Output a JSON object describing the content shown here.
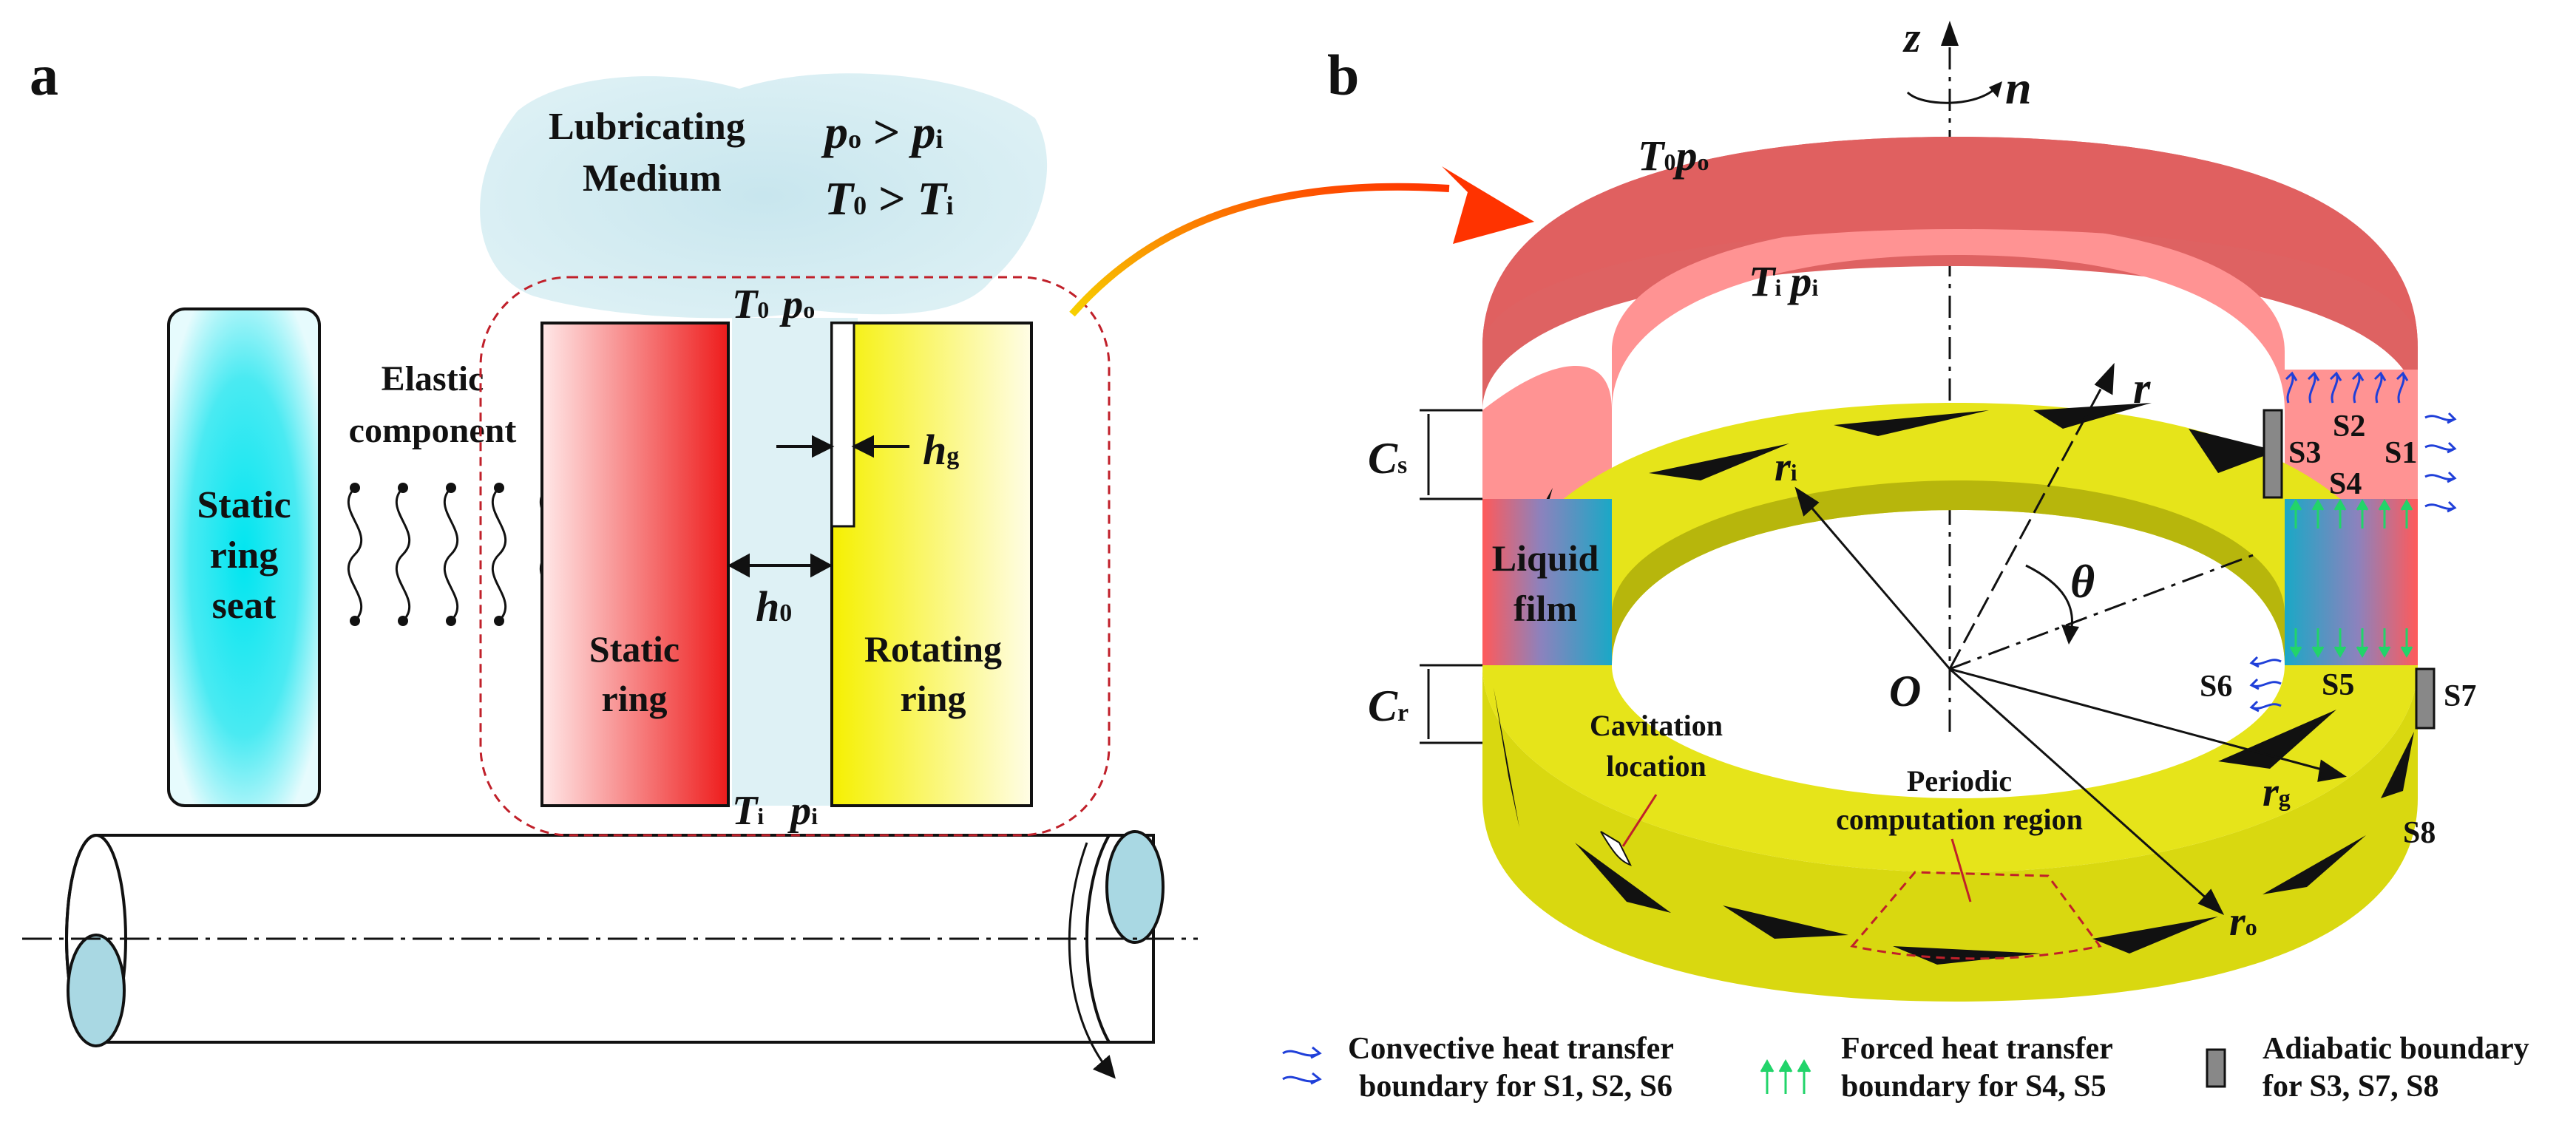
{
  "panels": {
    "a": "a",
    "b": "b"
  },
  "panel_a": {
    "medium_line1": "Lubricating",
    "medium_line2": "Medium",
    "cond1_lhs": "p",
    "cond1_lhs_sub": "o",
    "cond1_op": " > ",
    "cond1_rhs": "p",
    "cond1_rhs_sub": "i",
    "cond2_lhs": "T",
    "cond2_lhs_sub": "0",
    "cond2_op": " > ",
    "cond2_rhs": "T",
    "cond2_rhs_sub": "i",
    "static_seat": [
      "Static",
      "ring",
      "seat"
    ],
    "elastic": [
      "Elastic",
      "component"
    ],
    "static_ring": [
      "Static",
      "ring"
    ],
    "rotating_ring": [
      "Rotating",
      "ring"
    ],
    "h0": "h",
    "h0_sub": "0",
    "hg": "h",
    "hg_sub": "g",
    "T0": "T",
    "T0_sub": "0",
    "po": "p",
    "po_sub": "o",
    "Ti": "T",
    "Ti_sub": "i",
    "pi": "p",
    "pi_sub": "i"
  },
  "panel_b": {
    "z": "z",
    "n": "n",
    "T0": "T",
    "T0_sub": "0",
    "po": "p",
    "po_sub": "o",
    "Ti": "T",
    "Ti_sub": "i",
    "pi": "p",
    "pi_sub": "i",
    "r": "r",
    "ri": "r",
    "ri_sub": "i",
    "rg": "r",
    "rg_sub": "g",
    "ro": "r",
    "ro_sub": "o",
    "theta": "θ",
    "O": "O",
    "Cs": "C",
    "Cs_sub": "s",
    "Cr": "C",
    "Cr_sub": "r",
    "liquid_film": [
      "Liquid",
      "film"
    ],
    "cavitation": [
      "Cavitation",
      "location"
    ],
    "periodic": [
      "Periodic",
      "computation region"
    ],
    "surfaces": {
      "S1": "S1",
      "S2": "S2",
      "S3": "S3",
      "S4": "S4",
      "S5": "S5",
      "S6": "S6",
      "S7": "S7",
      "S8": "S8"
    }
  },
  "legend": {
    "convective": [
      "Convective heat transfer",
      "boundary for S1, S2, S6"
    ],
    "forced": [
      "Forced heat transfer",
      "boundary for S4, S5"
    ],
    "adiabatic": [
      "Adiabatic boundary",
      "for S3, S7, S8"
    ]
  },
  "colors": {
    "seat": "#22e6ee",
    "static_ring": "#ee2222",
    "rotating_ring": "#f2f000",
    "medium": "#cfe9ef",
    "top_ring": "#ee7a7a",
    "bottom_ring": "#d9d81a",
    "convective": "#1f3fd9",
    "forced": "#22d46a"
  }
}
